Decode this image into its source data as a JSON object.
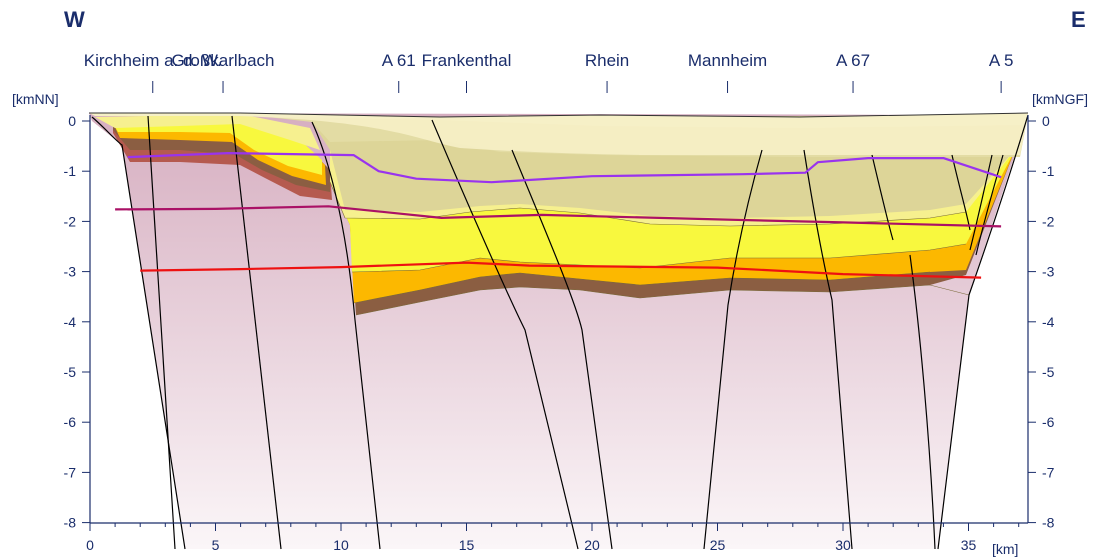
{
  "directions": {
    "west": "W",
    "east": "E"
  },
  "places": [
    {
      "label": "Kirchheim a. d. W.",
      "km": 2.5
    },
    {
      "label": "Großkarlbach",
      "km": 5.3
    },
    {
      "label": "A 61",
      "km": 12.3
    },
    {
      "label": "Frankenthal",
      "km": 15.0
    },
    {
      "label": "Rhein",
      "km": 20.6
    },
    {
      "label": "Mannheim",
      "km": 25.4
    },
    {
      "label": "A 67",
      "km": 30.4
    },
    {
      "label": "A 5",
      "km": 36.3
    }
  ],
  "y_unit_left": "[kmNN]",
  "y_unit_right": "[kmNGF]",
  "x_unit": "[km]",
  "x_ticks": [
    0,
    5,
    10,
    15,
    20,
    25,
    30,
    35
  ],
  "x_ticks_labels": [
    "0",
    "5",
    "10",
    "15",
    "20",
    "25",
    "30",
    "35"
  ],
  "y_ticks": [
    0,
    -1,
    -2,
    -3,
    -4,
    -5,
    -6,
    -7,
    -8
  ],
  "y_ticks_labels": [
    "0",
    "-1",
    "-2",
    "-3",
    "-4",
    "-5",
    "-6",
    "-7",
    "-8"
  ],
  "chart_data": {
    "type": "cross-section",
    "xlim": [
      0,
      37
    ],
    "ylim": [
      -8,
      0
    ],
    "isolines": [
      {
        "id": "violet",
        "color": "#9933ee",
        "points": [
          [
            1.5,
            -0.72
          ],
          [
            5.5,
            -0.64
          ],
          [
            10.5,
            -0.68
          ],
          [
            11.5,
            -1.0
          ],
          [
            13,
            -1.15
          ],
          [
            16,
            -1.22
          ],
          [
            20,
            -1.1
          ],
          [
            26,
            -1.06
          ],
          [
            28.5,
            -1.03
          ],
          [
            29,
            -0.82
          ],
          [
            31,
            -0.74
          ],
          [
            34,
            -0.74
          ],
          [
            36.3,
            -1.12
          ]
        ]
      },
      {
        "id": "magenta",
        "color": "#aa1166",
        "points": [
          [
            1.0,
            -1.76
          ],
          [
            5,
            -1.75
          ],
          [
            9.5,
            -1.7
          ],
          [
            14,
            -1.93
          ],
          [
            18,
            -1.87
          ],
          [
            25,
            -1.96
          ],
          [
            30,
            -2.02
          ],
          [
            36.3,
            -2.1
          ]
        ]
      },
      {
        "id": "red",
        "color": "#ee1111",
        "points": [
          [
            2.0,
            -2.98
          ],
          [
            6,
            -2.95
          ],
          [
            10,
            -2.91
          ],
          [
            15,
            -2.82
          ],
          [
            17.5,
            -2.88
          ],
          [
            25,
            -2.92
          ],
          [
            30,
            -3.05
          ],
          [
            35.5,
            -3.12
          ]
        ]
      }
    ]
  },
  "colors": {
    "base_pink": "#d9b3c3",
    "top_cream": "#f6f0c6",
    "olive_light": "#e3dca4",
    "olive": "#d8cf88",
    "light_yellow": "#f6f08f",
    "yellow": "#f8f83e",
    "orange": "#fcb800",
    "brown": "#8b5e42",
    "red_layer": "#cc4a4a",
    "axis_blue": "#1a2d6b"
  }
}
